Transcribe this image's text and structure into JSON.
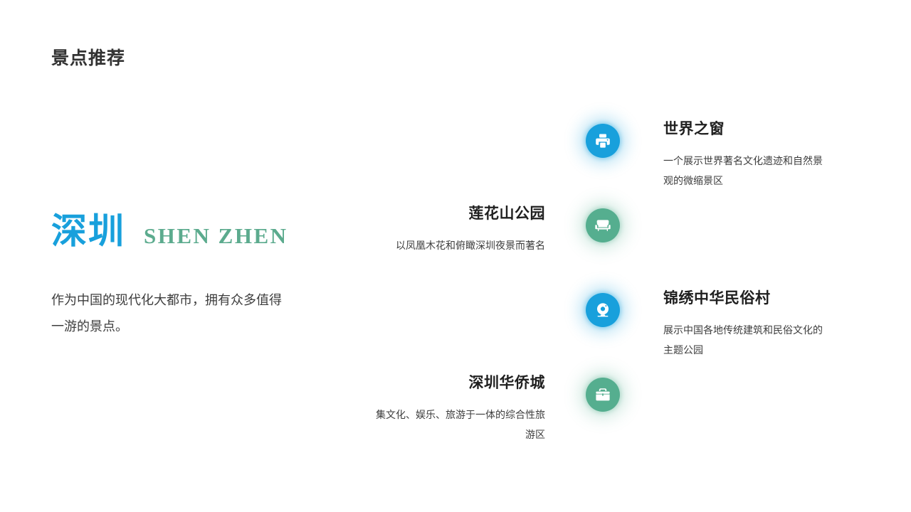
{
  "slide": {
    "section_title": "景点推荐",
    "background_color": "#ffffff"
  },
  "hero": {
    "city_cn": "深圳",
    "city_en": "SHEN ZHEN",
    "description": "作为中国的现代化大都市，拥有众多值得一游的景点。",
    "cn_color": "#18a0dc",
    "en_color": "#5cab8e"
  },
  "palette": {
    "blue": "#18a0dc",
    "green": "#55ae8f",
    "title_dark": "#333333",
    "body_text": "#3d3d3d"
  },
  "attractions": [
    {
      "title": "世界之窗",
      "description": "一个展示世界著名文化遗迹和自然景观的微缩景区",
      "icon": "printer-icon",
      "icon_color": "#18a0dc",
      "side": "right"
    },
    {
      "title": "莲花山公园",
      "description": "以凤凰木花和俯瞰深圳夜景而著名",
      "icon": "armchair-icon",
      "icon_color": "#55ae8f",
      "side": "left"
    },
    {
      "title": "锦绣中华民俗村",
      "description": "展示中国各地传统建筑和民俗文化的主题公园",
      "icon": "webcam-icon",
      "icon_color": "#18a0dc",
      "side": "right"
    },
    {
      "title": "深圳华侨城",
      "description": "集文化、娱乐、旅游于一体的综合性旅游区",
      "icon": "briefcase-icon",
      "icon_color": "#55ae8f",
      "side": "left"
    }
  ]
}
